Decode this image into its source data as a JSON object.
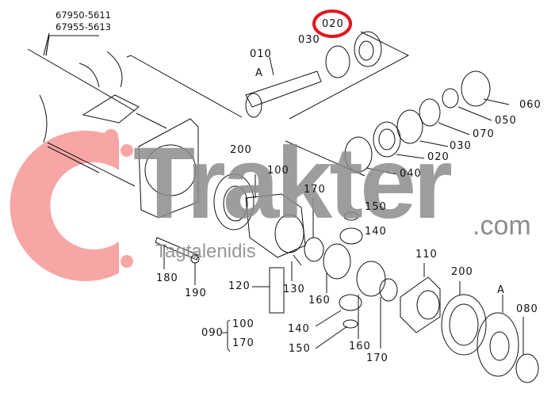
{
  "diagram": {
    "part_numbers": [
      "67950-5611",
      "67955-5613"
    ],
    "highlighted_label": "020",
    "highlight_color": "#e0161e",
    "labels": {
      "l010": "010",
      "lA1": "A",
      "l020top": "020",
      "l030top": "030",
      "l060": "060",
      "l050": "050",
      "l070": "070",
      "l030": "030",
      "l020": "020",
      "l040": "040",
      "l200a": "200",
      "l100": "100",
      "l170a": "170",
      "l150a": "150",
      "l140a": "140",
      "l110": "110",
      "l200b": "200",
      "lA2": "A",
      "l080": "080",
      "l180": "180",
      "l190": "190",
      "l120": "120",
      "l130": "130",
      "l160a": "160",
      "l140b": "140",
      "l150b": "150",
      "l160b": "160",
      "l170b": "170",
      "l090": "090",
      "l100b": "100",
      "l170c": "170"
    }
  },
  "watermark": {
    "brand": "Trakter",
    "domain": ".com",
    "subtitle": "Tagtalenidis",
    "logo_color": "#f47c7c",
    "text_color": "#8c8c8c"
  }
}
